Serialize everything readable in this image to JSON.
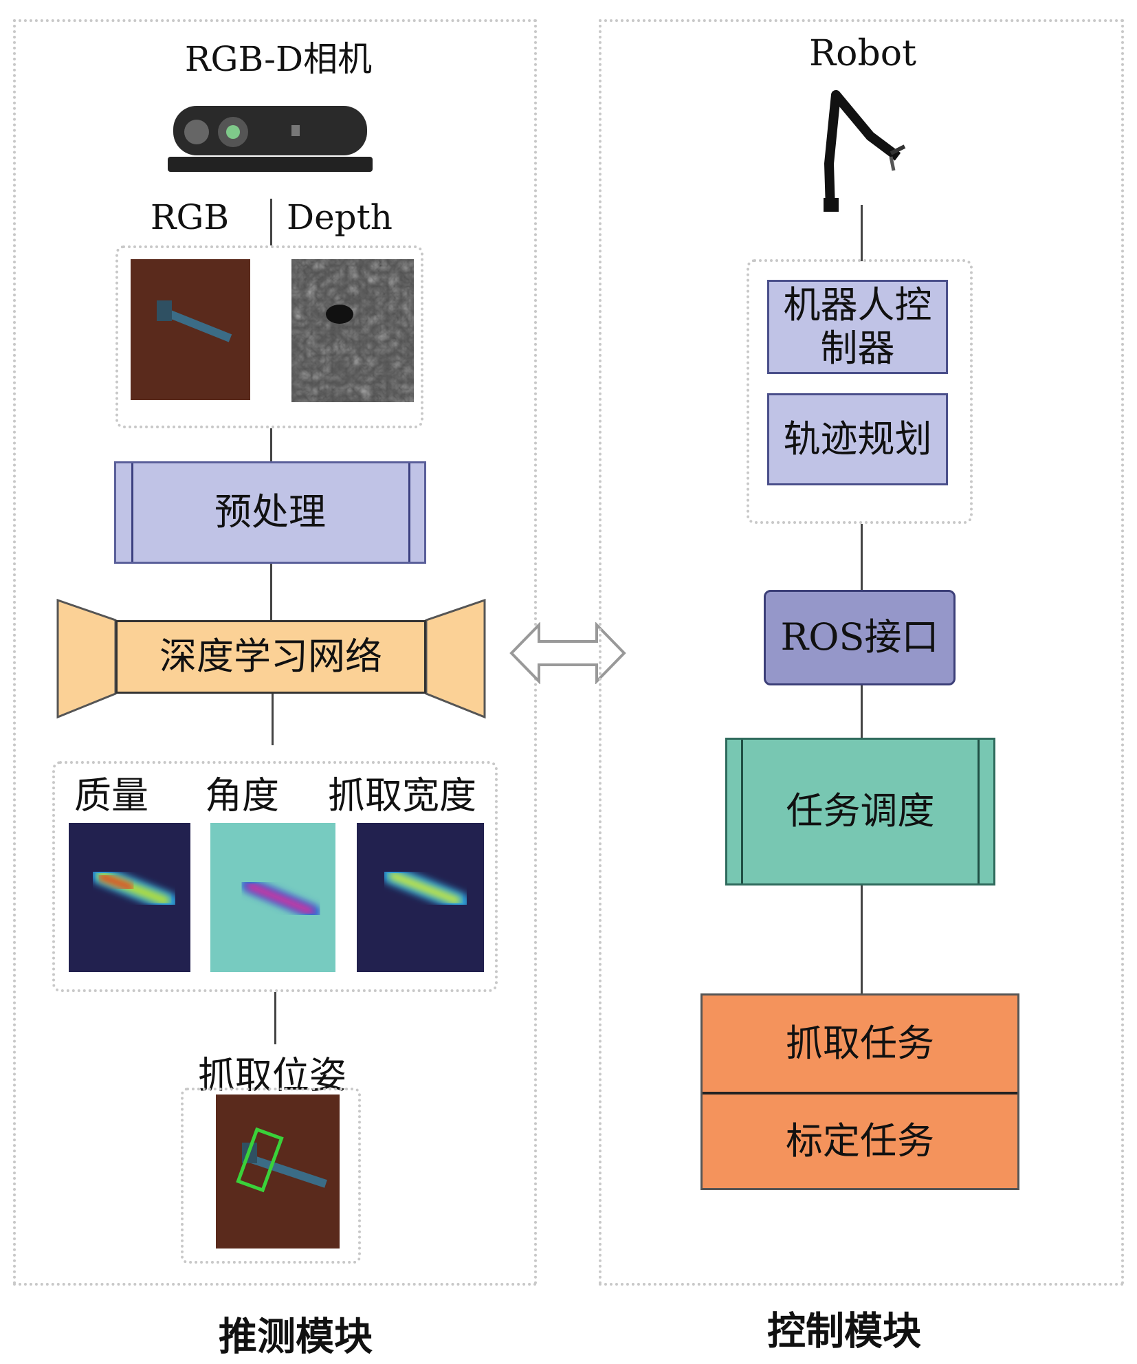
{
  "inference": {
    "module_label": "推测模块",
    "camera_title": "RGB-D相机",
    "rgb_label": "RGB",
    "depth_label": "Depth",
    "preprocess_label": "预处理",
    "network_label": "深度学习网络",
    "outputs": [
      "质量",
      "角度",
      "抓取宽度"
    ],
    "grasp_pose_label": "抓取位姿"
  },
  "control": {
    "module_label": "控制模块",
    "robot_label": "Robot",
    "controller_label_line1": "机器人控",
    "controller_label_line2": "制器",
    "trajectory_label": "轨迹规划",
    "ros_label": "ROS接口",
    "scheduler_label": "任务调度",
    "tasks": [
      "抓取任务",
      "标定任务"
    ]
  },
  "colors": {
    "preprocess": "#c0c3e6",
    "network": "#fbd196",
    "ros": "#9597c9",
    "scheduler": "#78c7b2",
    "tasks": "#f4935c",
    "heatmap_bg": "#22214f",
    "angle_bg": "#77cbc0"
  }
}
